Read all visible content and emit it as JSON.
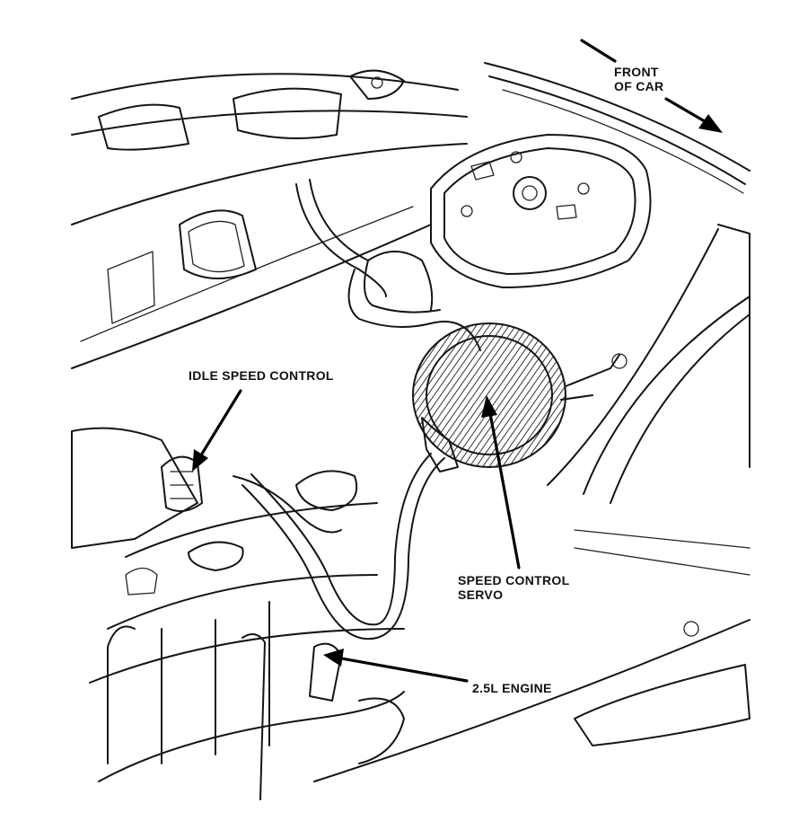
{
  "diagram": {
    "labels": {
      "front_of_car_line1": "FRONT",
      "front_of_car_line2": "OF CAR",
      "idle_speed_control": "IDLE SPEED CONTROL",
      "speed_control_servo_line1": "SPEED CONTROL",
      "speed_control_servo_line2": "SERVO",
      "engine": "2.5L ENGINE"
    }
  }
}
